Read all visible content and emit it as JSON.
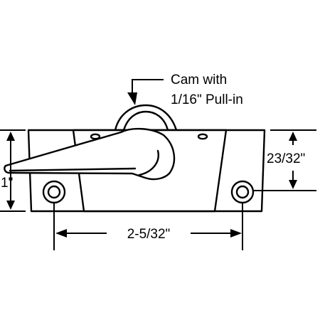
{
  "labels": {
    "cam_line1": "Cam with",
    "cam_line2": "1/16\" Pull-in",
    "height_left": "1\"",
    "height_right": "23/32\"",
    "hole_spacing": "2-5/32\""
  },
  "colors": {
    "line": "#000000",
    "background": "#ffffff"
  }
}
